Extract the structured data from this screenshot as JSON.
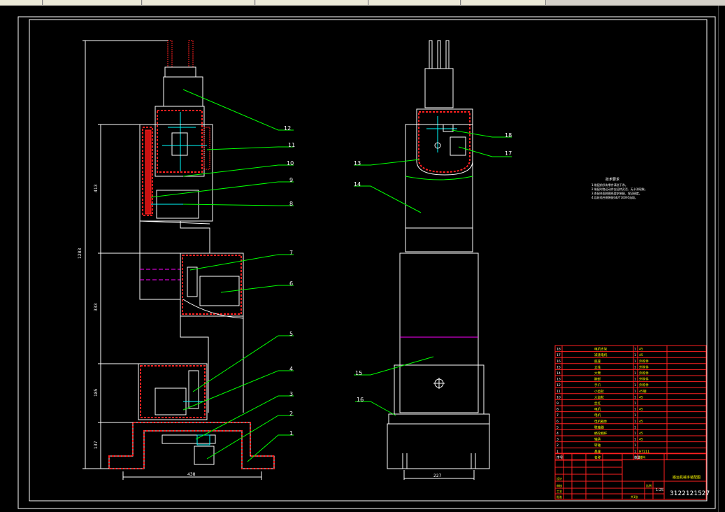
{
  "app": {
    "tabs": [
      {
        "label": ""
      },
      {
        "label": ""
      },
      {
        "label": ""
      },
      {
        "label": ""
      },
      {
        "label": ""
      },
      {
        "label": ""
      }
    ]
  },
  "colors": {
    "background": "#000000",
    "line": "#ffffff",
    "leader": "#00ff00",
    "hatch": "#ff2020",
    "center": "#ff00ff",
    "cyan": "#00ffff",
    "yellow": "#ffff00"
  },
  "front_view": {
    "dims": {
      "overall_height": "1283",
      "upper": "413",
      "middle": "333",
      "lower": "185",
      "base": "137",
      "base_width": "438"
    },
    "callouts": [
      "1",
      "2",
      "3",
      "4",
      "5",
      "6",
      "7",
      "8",
      "9",
      "10",
      "11",
      "12"
    ]
  },
  "side_view": {
    "dims": {
      "base_width": "227"
    },
    "callouts": [
      "13",
      "14",
      "15",
      "16",
      "17",
      "18"
    ]
  },
  "notes": {
    "title": "技术要求",
    "lines": [
      "1.装配前所有零件清洗干净。",
      "2.装配时各运动件应运转灵活，无卡滞现象。",
      "3.各配合面按图纸要求装配，保证精度。",
      "4.齿轮啮合侧隙按GB/T10095选取。"
    ]
  },
  "bom": {
    "rows": [
      {
        "no": "18",
        "name": "电机支架",
        "qty": "1",
        "material": "45"
      },
      {
        "no": "17",
        "name": "减速电机",
        "qty": "1",
        "material": "45"
      },
      {
        "no": "16",
        "name": "底座",
        "qty": "1",
        "material": "外购件"
      },
      {
        "no": "15",
        "name": "立柱",
        "qty": "1",
        "material": "外购件"
      },
      {
        "no": "14",
        "name": "大臂",
        "qty": "1",
        "material": "外购件"
      },
      {
        "no": "13",
        "name": "腕部",
        "qty": "1",
        "material": "外购件"
      },
      {
        "no": "12",
        "name": "手爪",
        "qty": "1",
        "material": "外购件"
      },
      {
        "no": "11",
        "name": "小齿轮",
        "qty": "1",
        "material": "45钢"
      },
      {
        "no": "10",
        "name": "大齿轮",
        "qty": "1",
        "material": "45"
      },
      {
        "no": "9",
        "name": "丝杠",
        "qty": "1",
        "material": ""
      },
      {
        "no": "8",
        "name": "电机",
        "qty": "1",
        "material": "45"
      },
      {
        "no": "7",
        "name": "电机",
        "qty": "1",
        "material": ""
      },
      {
        "no": "6",
        "name": "电机箱体",
        "qty": "1",
        "material": "45"
      },
      {
        "no": "5",
        "name": "联轴器",
        "qty": "1",
        "material": ""
      },
      {
        "no": "4",
        "name": "蜗轮蜗杆",
        "qty": "1",
        "material": "45"
      },
      {
        "no": "3",
        "name": "轴承",
        "qty": "1",
        "material": "45"
      },
      {
        "no": "2",
        "name": "转轴",
        "qty": "1",
        "material": ""
      },
      {
        "no": "1",
        "name": "基座",
        "qty": "1",
        "material": "HT211"
      }
    ],
    "header": {
      "no": "序号",
      "name": "名称",
      "qty": "数量",
      "material": "材料"
    },
    "title_lines": [
      "设计",
      "审核",
      "工艺",
      "批准"
    ],
    "drawing_title": "搬运机械手装配图",
    "scale_label": "比例",
    "scale_value": "1:25",
    "sheet": "共1张",
    "drawing_number": "3122121527"
  }
}
